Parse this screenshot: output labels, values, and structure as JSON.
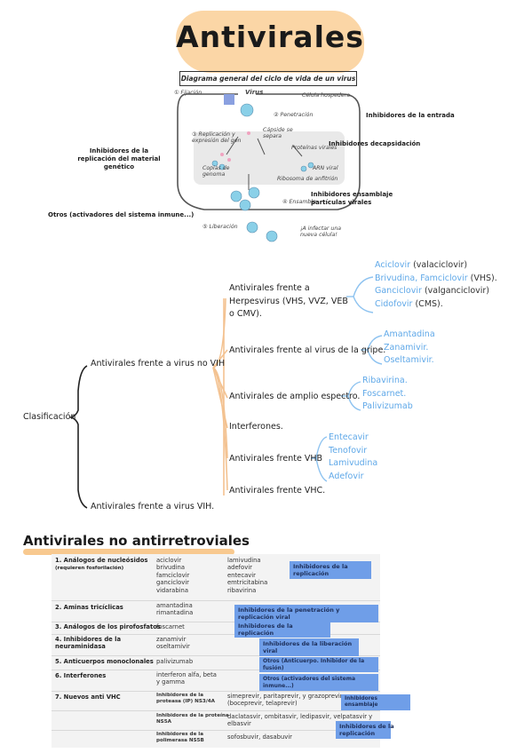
{
  "title": "Antivirales",
  "diagram": {
    "subtitle": "Diagrama general del ciclo de vida de un virus",
    "steps": {
      "fijacion": "① Fijación",
      "virus": "Virus",
      "celula": "Célula hospedera",
      "penetracion": "② Penetración",
      "capside": "Cápside se separa",
      "replicacion": "③ Replicación y expresión del gen",
      "proteinas": "Proteínas virales",
      "copias": "Copias de genoma",
      "arn": "ARN viral",
      "ribosoma": "Ribosoma de anfitrión",
      "ensamble": "④ Ensamble",
      "liberacion": "⑤ Liberación",
      "infectar": "¡A infectar una nueva célula!"
    },
    "labels": {
      "entrada": "Inhibidores de la entrada",
      "decapsidacion": "Inhibidores decapsidación",
      "replicacion": "Inhibidores de la replicación del material genético",
      "ensamblaje": "Inhibidores ensamblaje partículas virales",
      "otros": "Otros (activadores del sistema inmune...)"
    }
  },
  "classification": {
    "root": "Clasificación",
    "no_vih": "Antivirales frente a virus no VIH",
    "vih": "Antivirales frente a virus VIH.",
    "branches": [
      {
        "label": "Antivirales frente a Herpesvirus (VHS, VVZ, VEB o CMV).",
        "items": [
          {
            "drug": "Aciclovir",
            "note": " (valaciclovir)"
          },
          {
            "drug": "Brivudina, Famciclovir",
            "note": " (VHS)."
          },
          {
            "drug": "Ganciclovir",
            "note": " (valganciclovir)"
          },
          {
            "drug": "Cidofovir",
            "note": " (CMS)."
          }
        ]
      },
      {
        "label": "Antivirales frente al virus de la gripe.",
        "items": [
          {
            "drug": "Amantadina",
            "note": ""
          },
          {
            "drug": "Zanamivir.",
            "note": ""
          },
          {
            "drug": "Oseltamivir.",
            "note": ""
          }
        ]
      },
      {
        "label": "Antivirales de amplio espectro.",
        "items": [
          {
            "drug": "Ribavirina.",
            "note": ""
          },
          {
            "drug": "Foscarnet.",
            "note": ""
          },
          {
            "drug": "Palivizumab",
            "note": ""
          }
        ]
      },
      {
        "label": "Interferones.",
        "items": []
      },
      {
        "label": "Antivirales frente VHB",
        "items": [
          {
            "drug": "Entecavir",
            "note": ""
          },
          {
            "drug": "Tenofovir",
            "note": ""
          },
          {
            "drug": "Lamivudina",
            "note": ""
          },
          {
            "drug": "Adefovir",
            "note": ""
          }
        ]
      },
      {
        "label": "Antivirales frente VHC.",
        "items": []
      }
    ]
  },
  "table_section": {
    "title": "Antivirales no antirretroviales",
    "rows": [
      {
        "cat": "1.   Análogos de nucleósidos",
        "cat2": "(requieren fosforilación)",
        "col1": "aciclovir\nbrivudina\nfamciclovir\nganciclovir\nvidarabina",
        "col2": "lamivudina\nadefovir\nentecavir\nemtricitabina\nribavirina",
        "tag": "Inhibidores de la replicación"
      },
      {
        "cat": "2.  Aminas tricíclicas",
        "col1": "amantadina\nrimantadina",
        "tag": "Inhibidores de la penetración y replicación viral"
      },
      {
        "cat": "3.  Análogos de los pirofosfatos",
        "col1": "foscarnet",
        "tag": "Inhibidores de la replicación"
      },
      {
        "cat": "4.  Inhibidores de la neuraminidasa",
        "col1": "zanamivir\noseltamivir",
        "tag": "Inhibidores de la liberación viral"
      },
      {
        "cat": "5.   Anticuerpos monoclonales",
        "col1": "palivizumab",
        "tag": "Otros (Anticuerpo. Inhibidor de la fusión)"
      },
      {
        "cat": "6.  Interferones",
        "col1": "interferon alfa, beta\ny gamma",
        "tag": "Otros (activadores del sistema inmune...)"
      },
      {
        "cat": "7.  Nuevos anti VHC",
        "subs": [
          {
            "sub": "Inhibidores de la\nproteasa (IP) NS3/4A",
            "drugs": "simeprevir, paritaprevir, y grazoprevir\n(boceprevir, telaprevir)",
            "tag": "Inhibidores ensamblaje"
          },
          {
            "sub": "Inhibidores de la proteína\nNS5A",
            "drugs": "daclatasvir, ombitasvir, ledipasvir, velpatasvir y\nelbasvir",
            "tag": ""
          },
          {
            "sub": "Inhibidores de la\npolimerasa NS5B",
            "drugs": "sofosbuvir, dasabuvir",
            "tag": "Inhibidores de la\nreplicación"
          }
        ]
      }
    ]
  }
}
